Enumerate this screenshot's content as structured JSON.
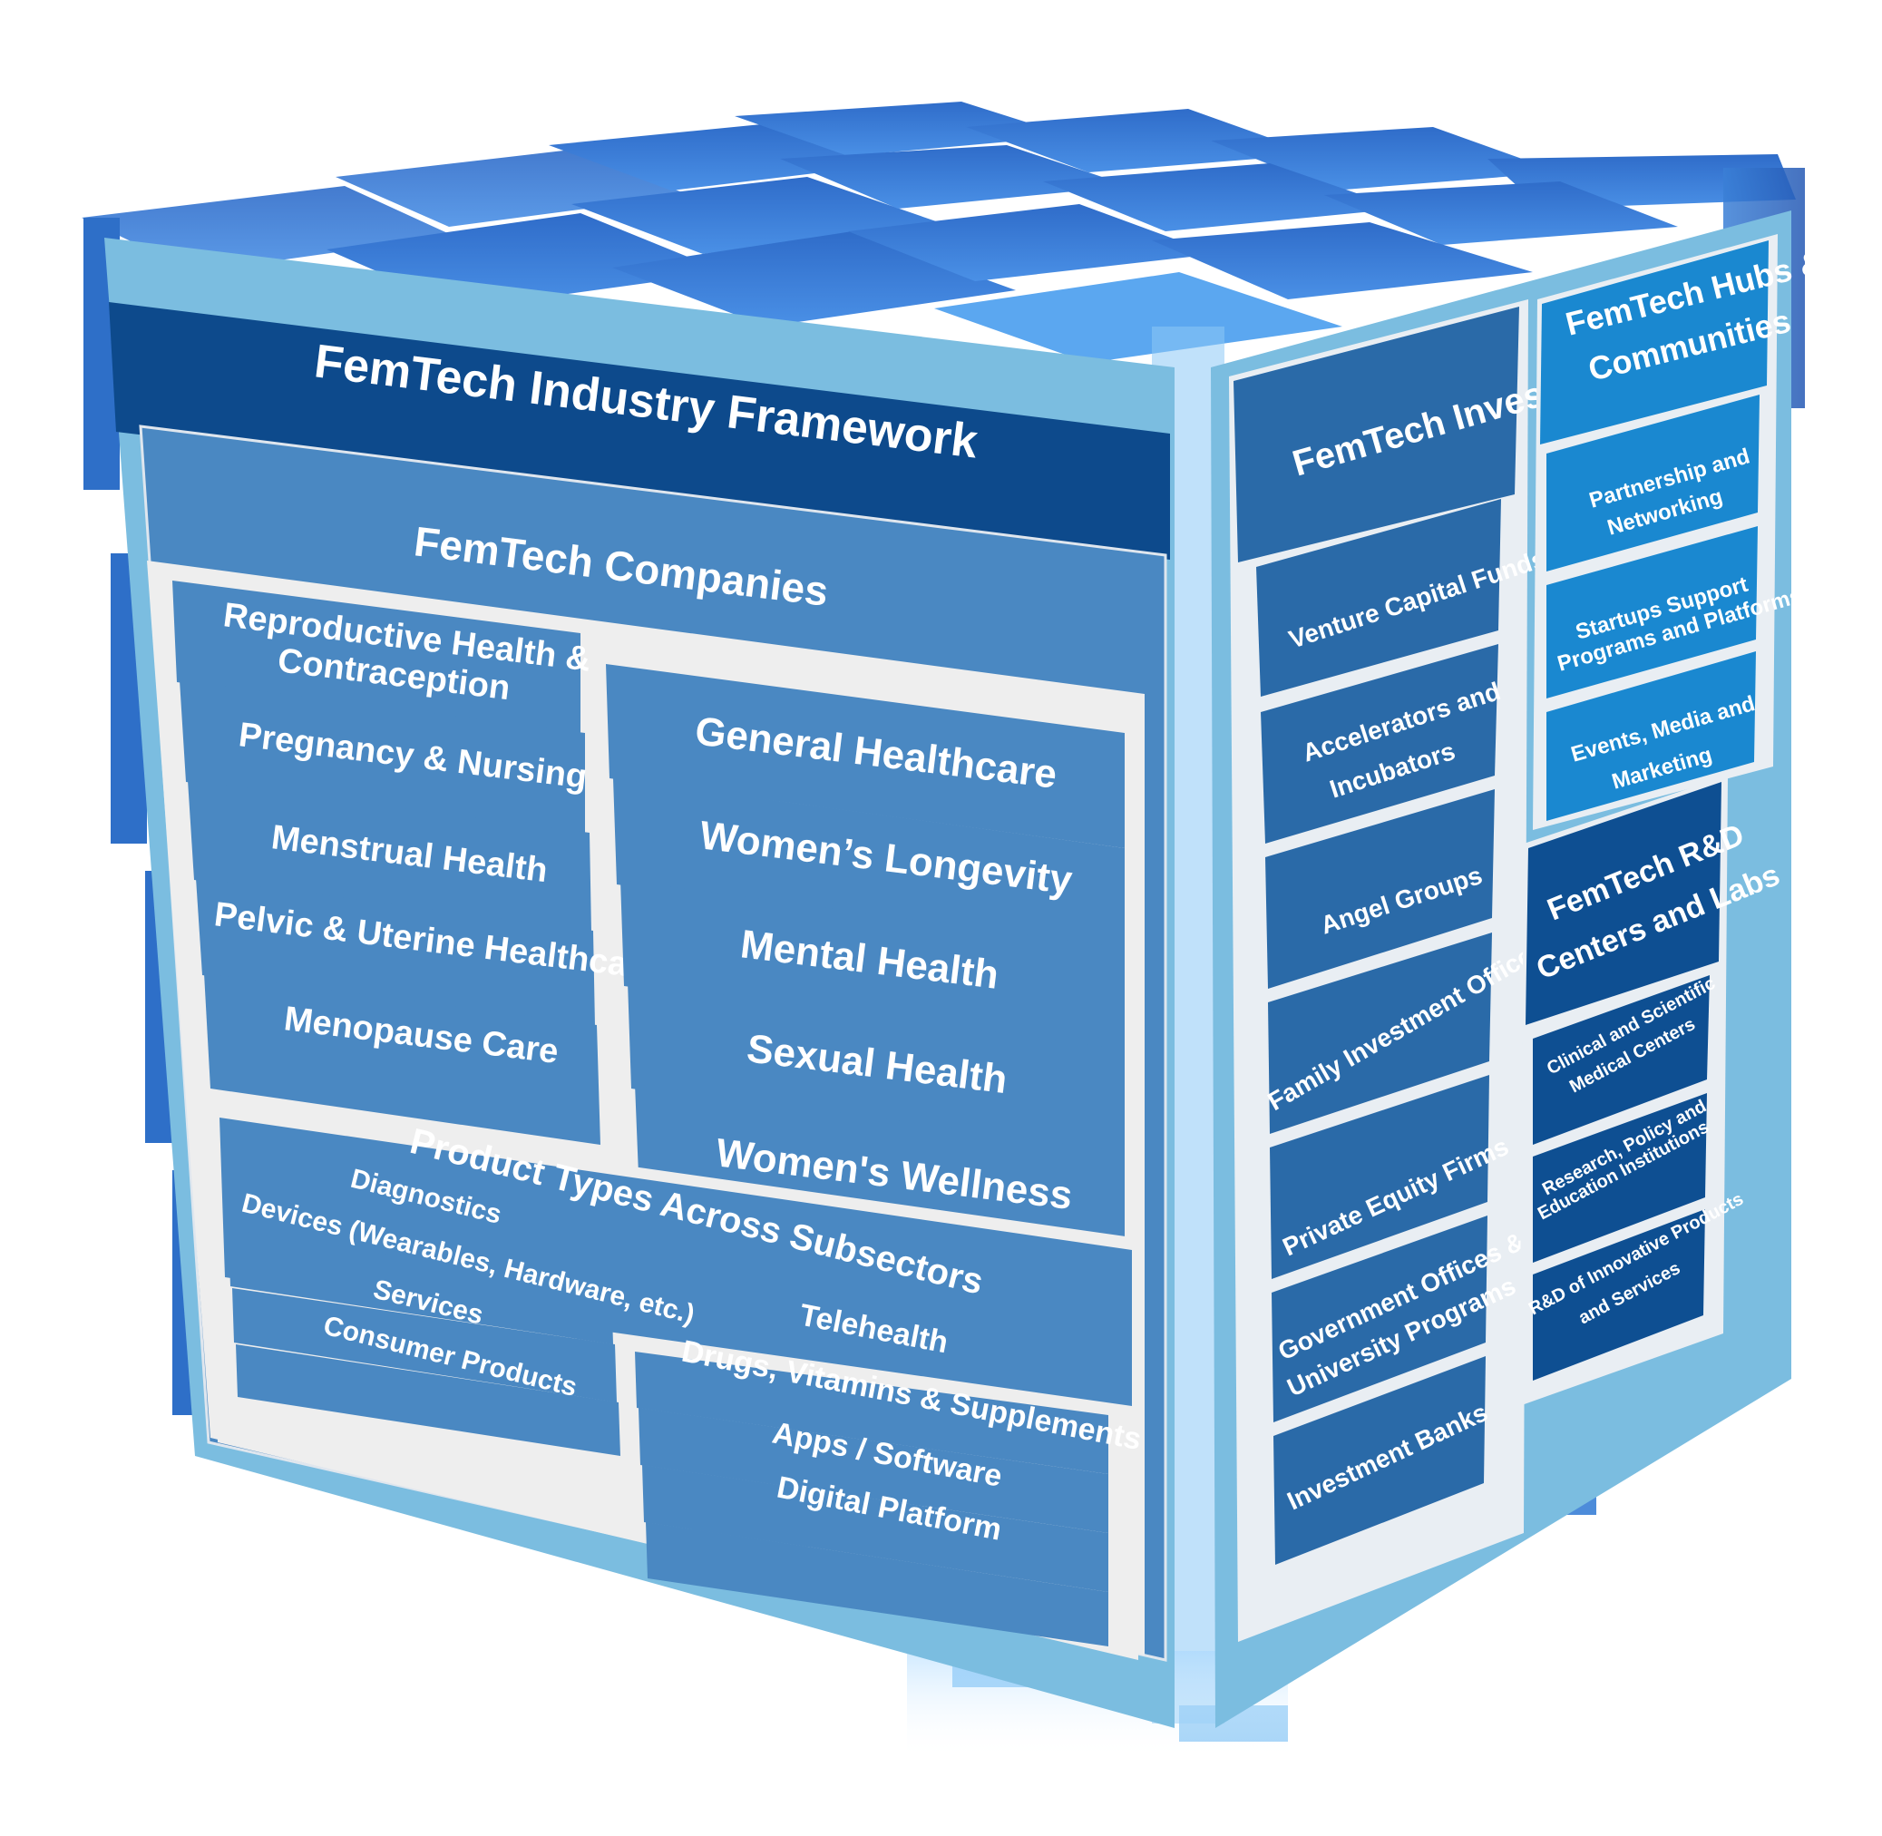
{
  "framework": {
    "title": "FemTech Industry Framework",
    "companies": {
      "title": "FemTech Companies",
      "left_subsectors": [
        "Reproductive Health &",
        "Contraception",
        "Pregnancy & Nursing",
        "Menstrual Health",
        "Pelvic & Uterine Healthcare",
        "Menopause Care"
      ],
      "right_subsectors": [
        "General Healthcare",
        "Women’s Longevity",
        "Mental Health",
        "Sexual Health",
        "Women's Wellness"
      ]
    },
    "product_types": {
      "title": "Product Types Across Subsectors",
      "left": [
        "Diagnostics",
        "Devices (Wearables, Hardware, etc.)",
        "Services",
        "Consumer Products"
      ],
      "right": [
        "Telehealth",
        "Drugs, Vitamins & Supplements",
        "Apps / Software",
        "Digital Platform"
      ]
    }
  },
  "investors": {
    "title": "FemTech Investors",
    "items": [
      "Venture Capital Funds",
      "Accelerators and",
      "Incubators",
      "Angel Groups",
      "Family Investment Offices",
      "Private Equity Firms",
      "Government Offices &",
      "University Programs",
      "Investment Banks"
    ]
  },
  "hubs": {
    "title_line1": "FemTech Hubs &",
    "title_line2": "Communities",
    "items": [
      "Partnership and",
      "Networking",
      "Startups Support",
      "Programs and Platforms",
      "Events, Media and",
      "Marketing"
    ]
  },
  "rnd": {
    "title_line1": "FemTech R&D",
    "title_line2": "Centers and Labs",
    "items": [
      "Clinical and Scientific",
      "Medical Centers",
      "Research, Policy and",
      "Education Institutions",
      "R&D of Innovative Products",
      "and Services"
    ]
  },
  "colors": {
    "navy": "#0d4a8c",
    "mid_blue": "#4a88c2",
    "light_blue": "#7bbde0",
    "inv_blue": "#2a6aa8",
    "hub_blue": "#1a88d0",
    "rnd_navy": "#0e4f92"
  }
}
